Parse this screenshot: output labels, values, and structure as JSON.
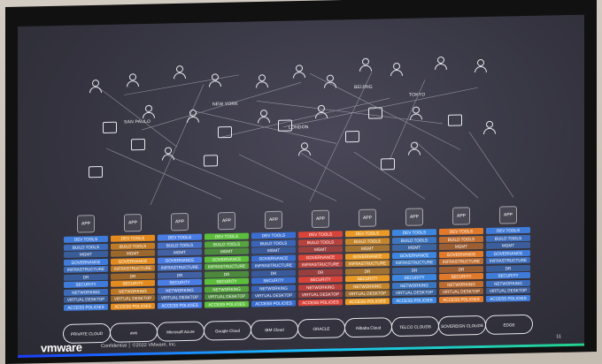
{
  "cities": [
    "SAN PAULO",
    "NEW YORK",
    "LONDON",
    "BEIJING",
    "TOKYO"
  ],
  "stacks": [
    {
      "accent": "#3f7bd9",
      "layers": [
        "DEV TOOLS",
        "BUILD TOOLS",
        "MGMT",
        "GOVERNANCE",
        "INFRASTRUCTURE",
        "DR",
        "SECURITY",
        "NETWORKING",
        "VIRTUAL DESKTOP",
        "ACCESS POLICIES"
      ],
      "cloud": "PRIVATE CLOUD"
    },
    {
      "accent": "#e38b1e",
      "layers": [
        "DEV TOOLS",
        "BUILD TOOLS",
        "MGMT",
        "GOVERNANCE",
        "INFRASTRUCTURE",
        "DR",
        "SECURITY",
        "NETWORKING",
        "VIRTUAL DESKTOP",
        "ACCESS POLICIES"
      ],
      "cloud": "aws"
    },
    {
      "accent": "#4a7ee6",
      "layers": [
        "DEV TOOLS",
        "BUILD TOOLS",
        "MGMT",
        "GOVERNANCE",
        "INFRASTRUCTURE",
        "DR",
        "SECURITY",
        "NETWORKING",
        "VIRTUAL DESKTOP",
        "ACCESS POLICIES"
      ],
      "cloud": "Microsoft Azure"
    },
    {
      "accent": "#5cbf3b",
      "layers": [
        "DEV TOOLS",
        "BUILD TOOLS",
        "MGMT",
        "GOVERNANCE",
        "INFRASTRUCTURE",
        "DR",
        "SECURITY",
        "NETWORKING",
        "VIRTUAL DESKTOP",
        "ACCESS POLICIES"
      ],
      "cloud": "Google Cloud"
    },
    {
      "accent": "#3a6fd1",
      "layers": [
        "DEV TOOLS",
        "BUILD TOOLS",
        "MGMT",
        "GOVERNANCE",
        "INFRASTRUCTURE",
        "DR",
        "SECURITY",
        "NETWORKING",
        "VIRTUAL DESKTOP",
        "ACCESS POLICIES"
      ],
      "cloud": "IBM Cloud"
    },
    {
      "accent": "#d9443a",
      "layers": [
        "DEV TOOLS",
        "BUILD TOOLS",
        "MGMT",
        "GOVERNANCE",
        "INFRASTRUCTURE",
        "DR",
        "SECURITY",
        "NETWORKING",
        "VIRTUAL DESKTOP",
        "ACCESS POLICIES"
      ],
      "cloud": "ORACLE"
    },
    {
      "accent": "#e89a24",
      "layers": [
        "DEV TOOLS",
        "BUILD TOOLS",
        "MGMT",
        "GOVERNANCE",
        "INFRASTRUCTURE",
        "DR",
        "SECURITY",
        "NETWORKING",
        "VIRTUAL DESKTOP",
        "ACCESS POLICIES"
      ],
      "cloud": "Alibaba Cloud"
    },
    {
      "accent": "#3d86e0",
      "layers": [
        "DEV TOOLS",
        "BUILD TOOLS",
        "MGMT",
        "GOVERNANCE",
        "INFRASTRUCTURE",
        "DR",
        "SECURITY",
        "NETWORKING",
        "VIRTUAL DESKTOP",
        "ACCESS POLICIES"
      ],
      "cloud": "TELCO CLOUDS"
    },
    {
      "accent": "#e07a2a",
      "layers": [
        "DEV TOOLS",
        "BUILD TOOLS",
        "MGMT",
        "GOVERNANCE",
        "INFRASTRUCTURE",
        "DR",
        "SECURITY",
        "NETWORKING",
        "VIRTUAL DESKTOP",
        "ACCESS POLICIES"
      ],
      "cloud": "SOVEREIGN CLOUDS"
    },
    {
      "accent": "#3f7bd9",
      "layers": [
        "DEV TOOLS",
        "BUILD TOOLS",
        "MGMT",
        "GOVERNANCE",
        "INFRASTRUCTURE",
        "DR",
        "SECURITY",
        "NETWORKING",
        "VIRTUAL DESKTOP",
        "ACCESS POLICIES"
      ],
      "cloud": "EDGE"
    }
  ],
  "app_label": "APP",
  "footer": {
    "logo": "vmware",
    "confidential": "Confidential  │ ©2022 VMware, Inc.",
    "page": "11"
  }
}
